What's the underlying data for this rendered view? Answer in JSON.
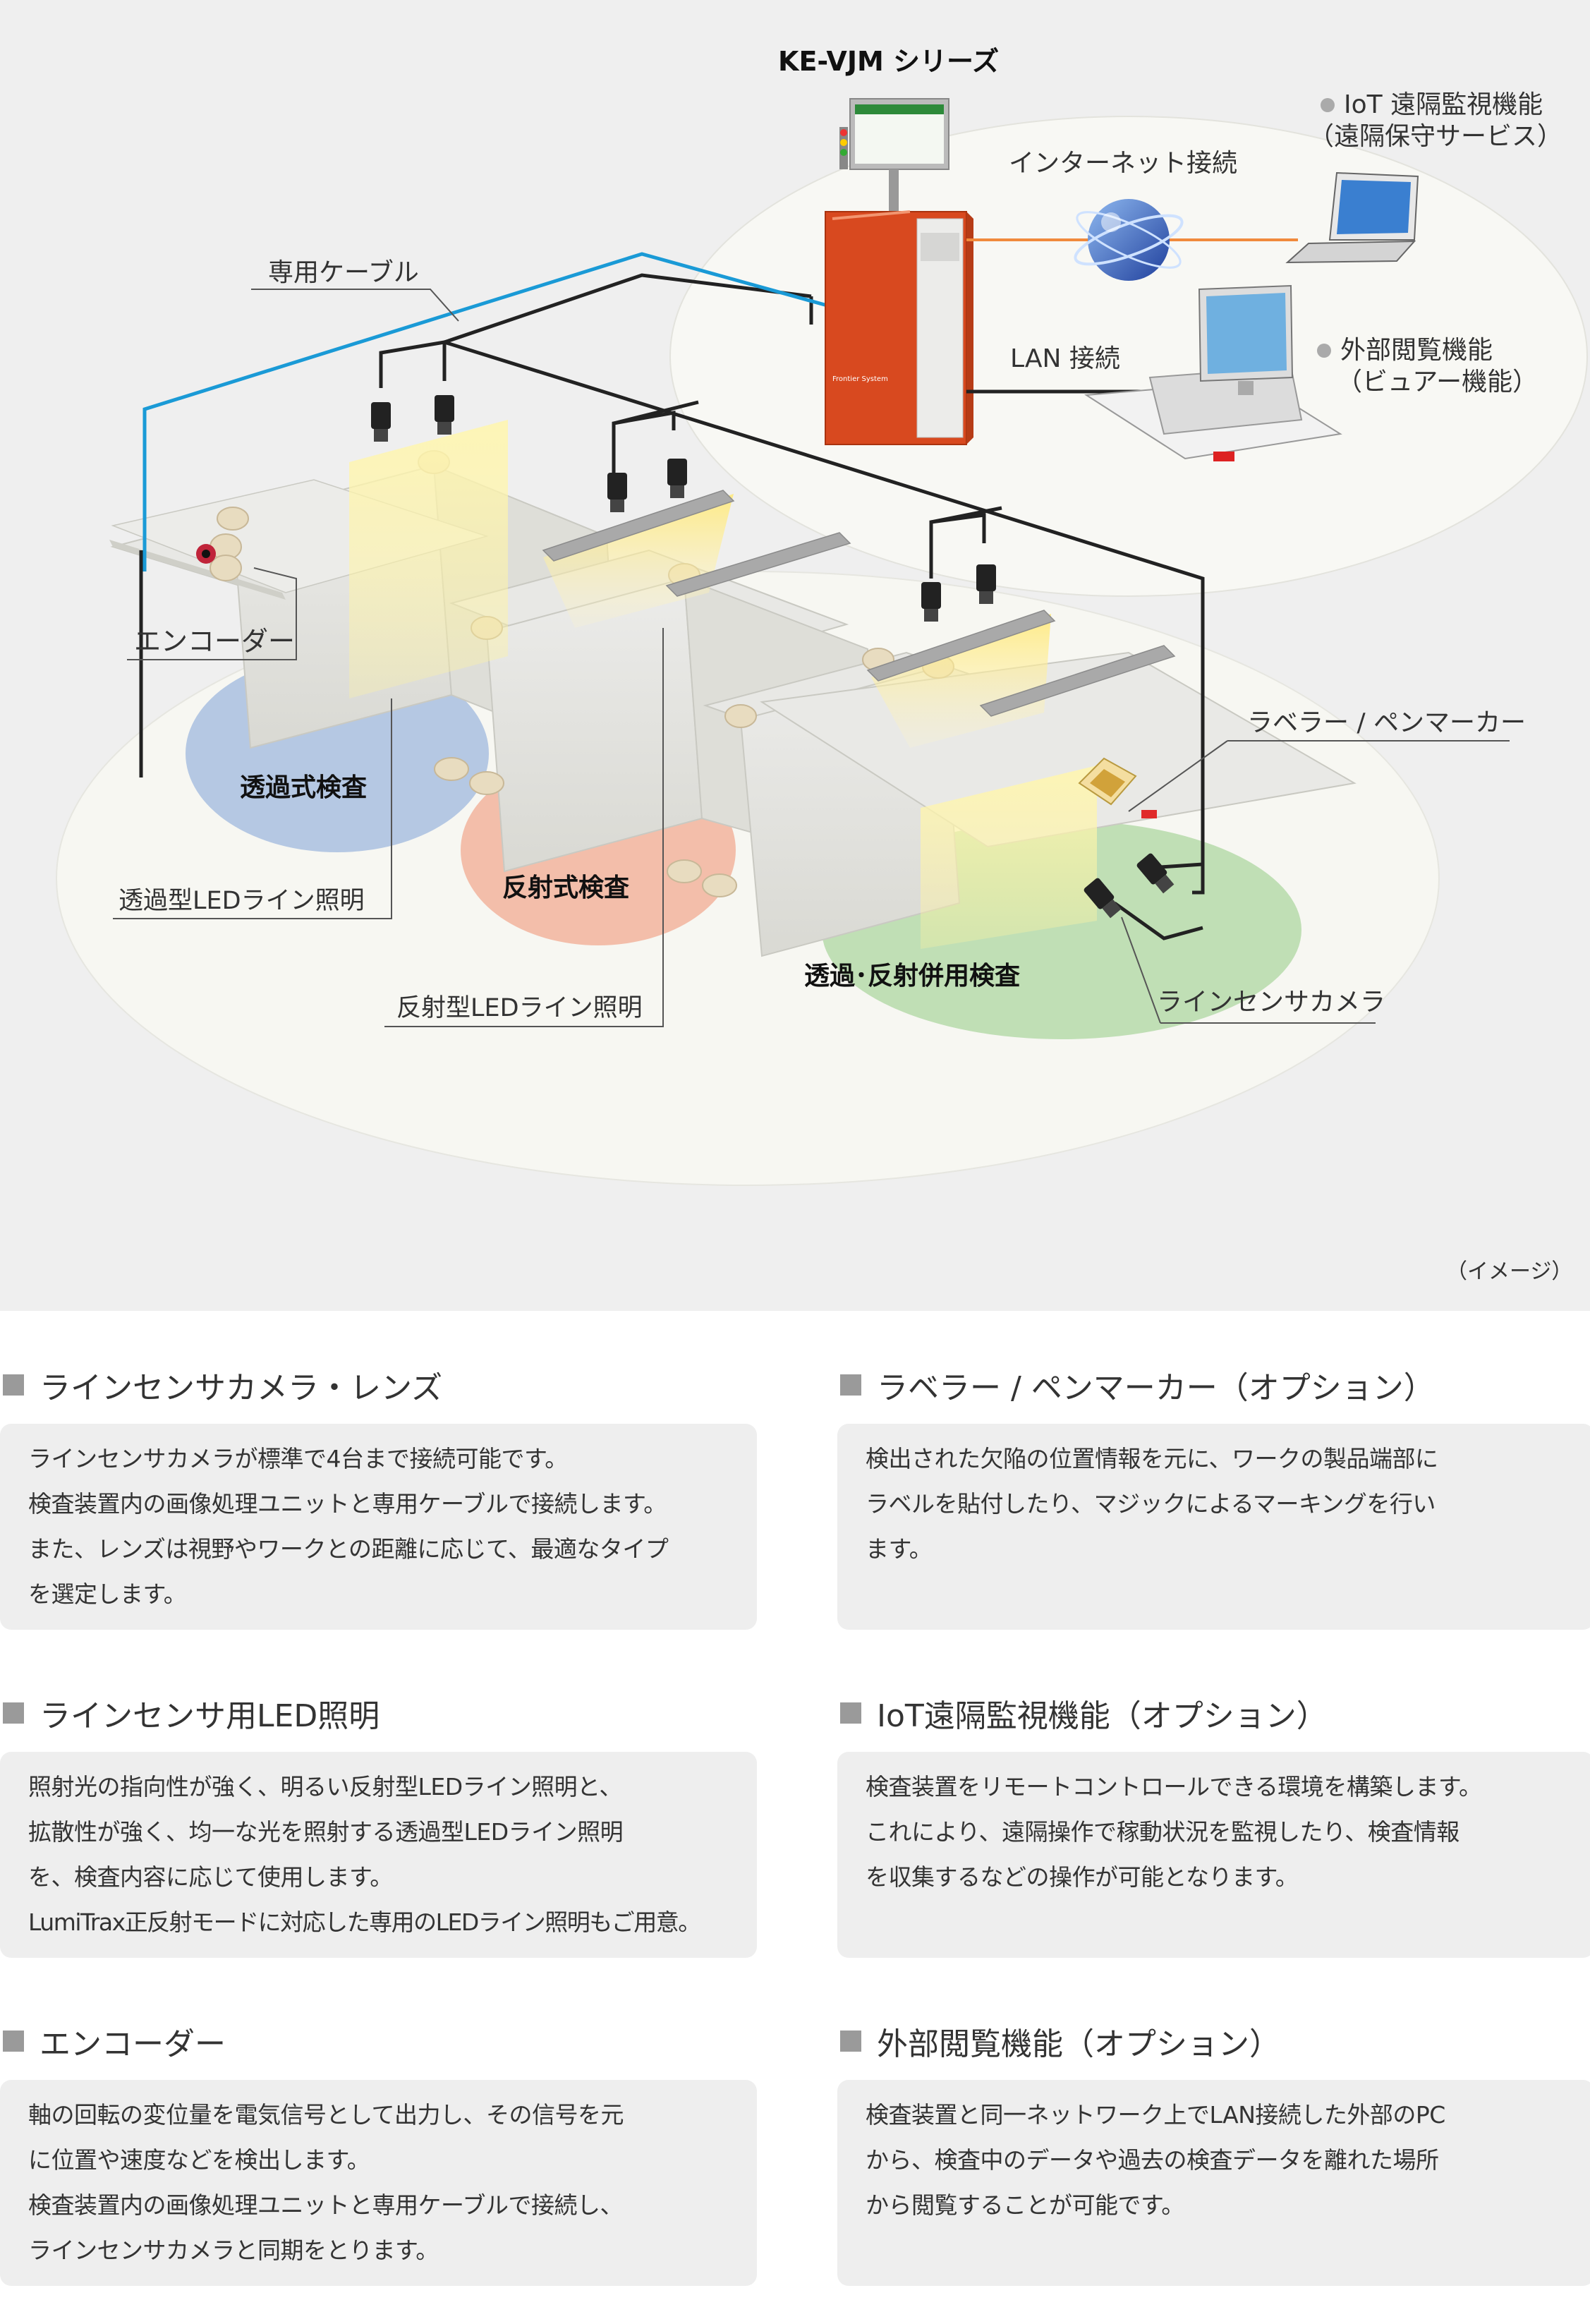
{
  "diagram": {
    "system_title": "KE-VJM シリーズ",
    "iot_label": [
      "IoT 遠隔監視機能",
      "（遠隔保守サービス）"
    ],
    "internet_label": "インターネット接続",
    "lan_label": "LAN 接続",
    "viewer_label": [
      "外部閲覧機能",
      "（ビュアー機能）"
    ],
    "cable_label": "専用ケーブル",
    "encoder_label": "エンコーダー",
    "transmission_inspection": "透過式検査",
    "transmission_led": "透過型LEDライン照明",
    "reflection_inspection": "反射式検査",
    "reflection_led": "反射型LEDライン照明",
    "combined_inspection": "透過･反射併用検査",
    "labeler_label": "ラベラー / ペンマーカー",
    "camera_label": "ラインセンサカメラ",
    "image_note": "（イメージ）",
    "cabinet_brand": "Frontier System",
    "colors": {
      "cable_blue": "#1a9ad6",
      "internet_orange": "#f08a3c",
      "cabinet_red": "#d8491f",
      "zone_blue": "#a9bfe0",
      "zone_red": "#f2b49d",
      "zone_green": "#b9dcae"
    }
  },
  "sections": [
    {
      "title": "ラインセンサカメラ・レンズ",
      "lines": [
        "ラインセンサカメラが標準で4台まで接続可能です。",
        "検査装置内の画像処理ユニットと専用ケーブルで接続します。",
        "また、レンズは視野やワークとの距離に応じて、最適なタイプ",
        "を選定します。"
      ]
    },
    {
      "title": "ラベラー / ペンマーカー（オプション）",
      "lines": [
        "検出された欠陥の位置情報を元に、ワークの製品端部に",
        "ラベルを貼付したり、マジックによるマーキングを行い",
        "ます。"
      ]
    },
    {
      "title": "ラインセンサ用LED照明",
      "lines": [
        "照射光の指向性が強く、明るい反射型LEDライン照明と、",
        "拡散性が強く、均一な光を照射する透過型LEDライン照明",
        "を、検査内容に応じて使用します。",
        "LumiTrax正反射モードに対応した専用のLEDライン照明もご用意。"
      ]
    },
    {
      "title": "IoT遠隔監視機能（オプション）",
      "lines": [
        "検査装置をリモートコントロールできる環境を構築します。",
        "これにより、遠隔操作で稼動状況を監視したり、検査情報",
        "を収集するなどの操作が可能となります。"
      ]
    },
    {
      "title": "エンコーダー",
      "lines": [
        "軸の回転の変位量を電気信号として出力し、その信号を元",
        "に位置や速度などを検出します。",
        "検査装置内の画像処理ユニットと専用ケーブルで接続し、",
        "ラインセンサカメラと同期をとります。"
      ]
    },
    {
      "title": "外部閲覧機能（オプション）",
      "lines": [
        "検査装置と同一ネットワーク上でLAN接続した外部のPC",
        "から、検査中のデータや過去の検査データを離れた場所",
        "から閲覧することが可能です。"
      ]
    }
  ]
}
